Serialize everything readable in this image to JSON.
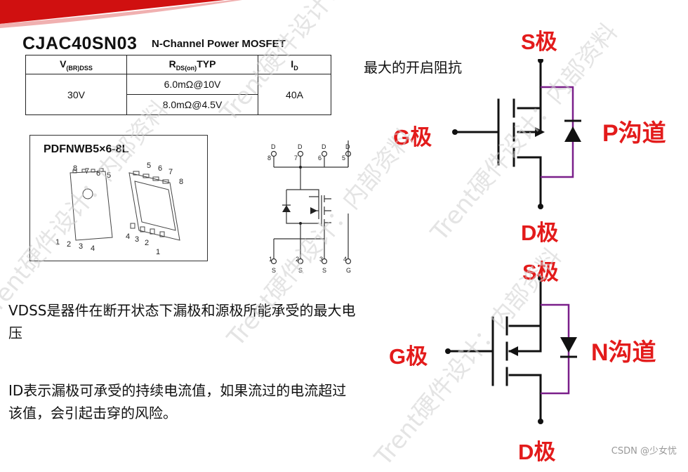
{
  "header": {
    "part_number": "CJAC40SN03",
    "subtitle": "N-Channel Power  MOSFET"
  },
  "spec_table": {
    "h1_main": "V",
    "h1_sub": "(BR)DSS",
    "h2_main": "R",
    "h2_sub": "DS(on)",
    "h2_tail": "TYP",
    "h3_main": "I",
    "h3_sub": "D",
    "vbr": "30V",
    "rds_1": "6.0mΩ@10V",
    "rds_2": "8.0mΩ@4.5V",
    "id": "40A"
  },
  "package": {
    "name": "PDFNWB5×6-8L",
    "top_pins_a": [
      "8",
      "7",
      "6",
      "5"
    ],
    "bottom_pins_a": [
      "1",
      "2",
      "3",
      "4"
    ],
    "top_pins_b": [
      "5",
      "6",
      "7",
      "8"
    ],
    "bottom_pins_b": [
      "4",
      "3",
      "2",
      "1"
    ]
  },
  "pinout": {
    "top": [
      {
        "num": "8",
        "name": "D"
      },
      {
        "num": "7",
        "name": "D"
      },
      {
        "num": "6",
        "name": "D"
      },
      {
        "num": "5",
        "name": "D"
      }
    ],
    "bottom": [
      {
        "num": "1",
        "name": "S"
      },
      {
        "num": "2",
        "name": "S"
      },
      {
        "num": "3",
        "name": "S"
      },
      {
        "num": "4",
        "name": "G"
      }
    ]
  },
  "annotation_top": "最大的开启阻抗",
  "notes": {
    "vdss_line1": "VDSS是器件在断开状态下漏极和源极所能承受的最大电",
    "vdss_line2": "压",
    "id_line1": "ID表示漏极可承受的持续电流值，如果流过的电流超过",
    "id_line2": "该值，会引起击穿的风险。"
  },
  "symbols": {
    "p": {
      "s": "S极",
      "g": "G极",
      "d": "D极",
      "channel": "P沟道"
    },
    "n": {
      "s": "S极",
      "g": "G极",
      "d": "D极",
      "channel": "N沟道"
    }
  },
  "watermark": "Trent硬件设计：内部资料",
  "footer": "CSDN @少女忧",
  "colors": {
    "label_red": "#e31b1b",
    "diode_purple": "#7a1f8a",
    "accent_red": "#d01010"
  }
}
